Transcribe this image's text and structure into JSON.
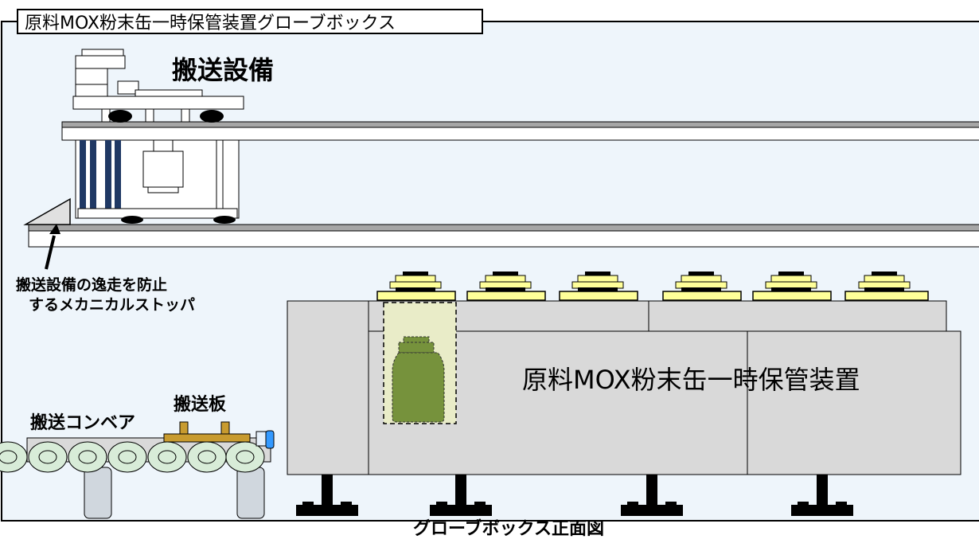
{
  "title": "原料MOX粉末缶一時保管装置グローブボックス",
  "labels": {
    "transport_equipment": "搬送設備",
    "stopper_line1": "搬送設備の逸走を防止",
    "stopper_line2": "するメカニカルストッパ",
    "conveyor": "搬送コンベア",
    "transport_plate": "搬送板",
    "storage_device": "原料MOX粉末缶一時保管装置",
    "caption": "グローブボックス正面図"
  },
  "colors": {
    "glovebox_bg": "#eef5fb",
    "rail": "#a6a6a6",
    "device_body": "#d9d9d9",
    "lid": "#ffff99",
    "canister": "#76923c",
    "canister_zone": "#e9ecc8",
    "conveyor_roller": "#d8ecd8",
    "plate": "#c89b2f",
    "blue_column": "#1f3864",
    "conveyor_leg": "#d0d7de"
  },
  "icons": {
    "stopper": "triangle-wedge",
    "arrow": "arrow-up-left",
    "canister": "bottle-silhouette",
    "end_sensor": "cylinder-blue"
  }
}
